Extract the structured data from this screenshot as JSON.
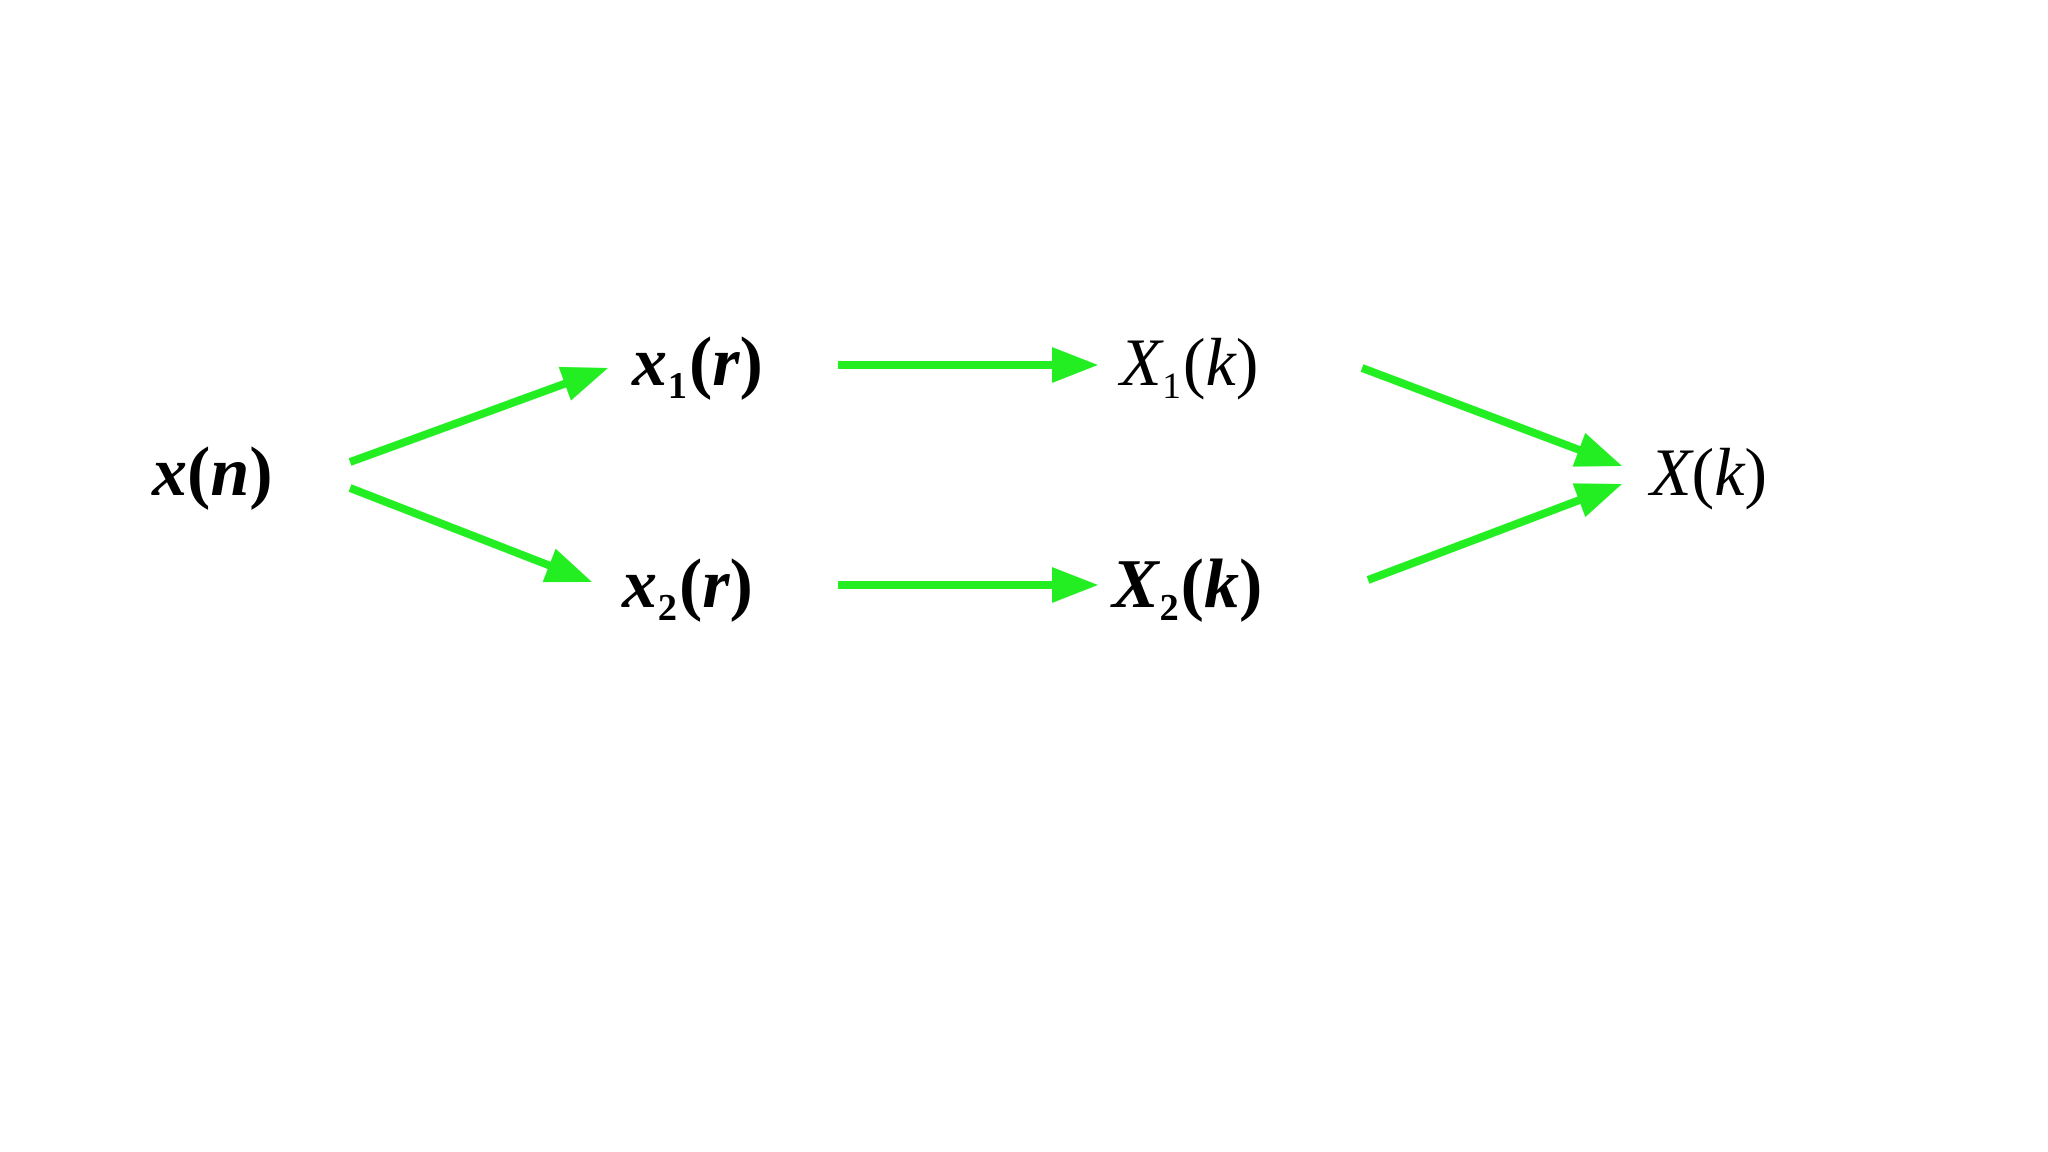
{
  "colors": {
    "arrow": "#22ee22",
    "text": "#000000",
    "background": "#ffffff"
  },
  "nodes": {
    "xn": {
      "var": "x",
      "sub": "",
      "arg": "n"
    },
    "x1r": {
      "var": "x",
      "sub": "1",
      "arg": "r"
    },
    "x2r": {
      "var": "x",
      "sub": "2",
      "arg": "r"
    },
    "X1k": {
      "var": "X",
      "sub": "1",
      "arg": "k"
    },
    "X2k": {
      "var": "X",
      "sub": "2",
      "arg": "k"
    },
    "Xk": {
      "var": "X",
      "sub": "",
      "arg": "k"
    }
  },
  "edges": [
    {
      "from": "xn",
      "to": "x1r"
    },
    {
      "from": "xn",
      "to": "x2r"
    },
    {
      "from": "x1r",
      "to": "X1k"
    },
    {
      "from": "x2r",
      "to": "X2k"
    },
    {
      "from": "X1k",
      "to": "Xk"
    },
    {
      "from": "X2k",
      "to": "Xk"
    }
  ]
}
